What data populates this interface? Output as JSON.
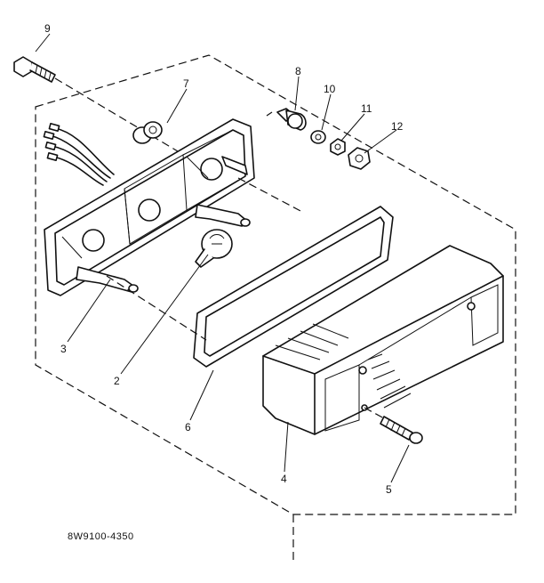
{
  "diagram": {
    "part_numbers": [
      "2",
      "3",
      "4",
      "5",
      "6",
      "7",
      "8",
      "9",
      "10",
      "11",
      "12"
    ],
    "figure_code": "8W9100-4350"
  }
}
